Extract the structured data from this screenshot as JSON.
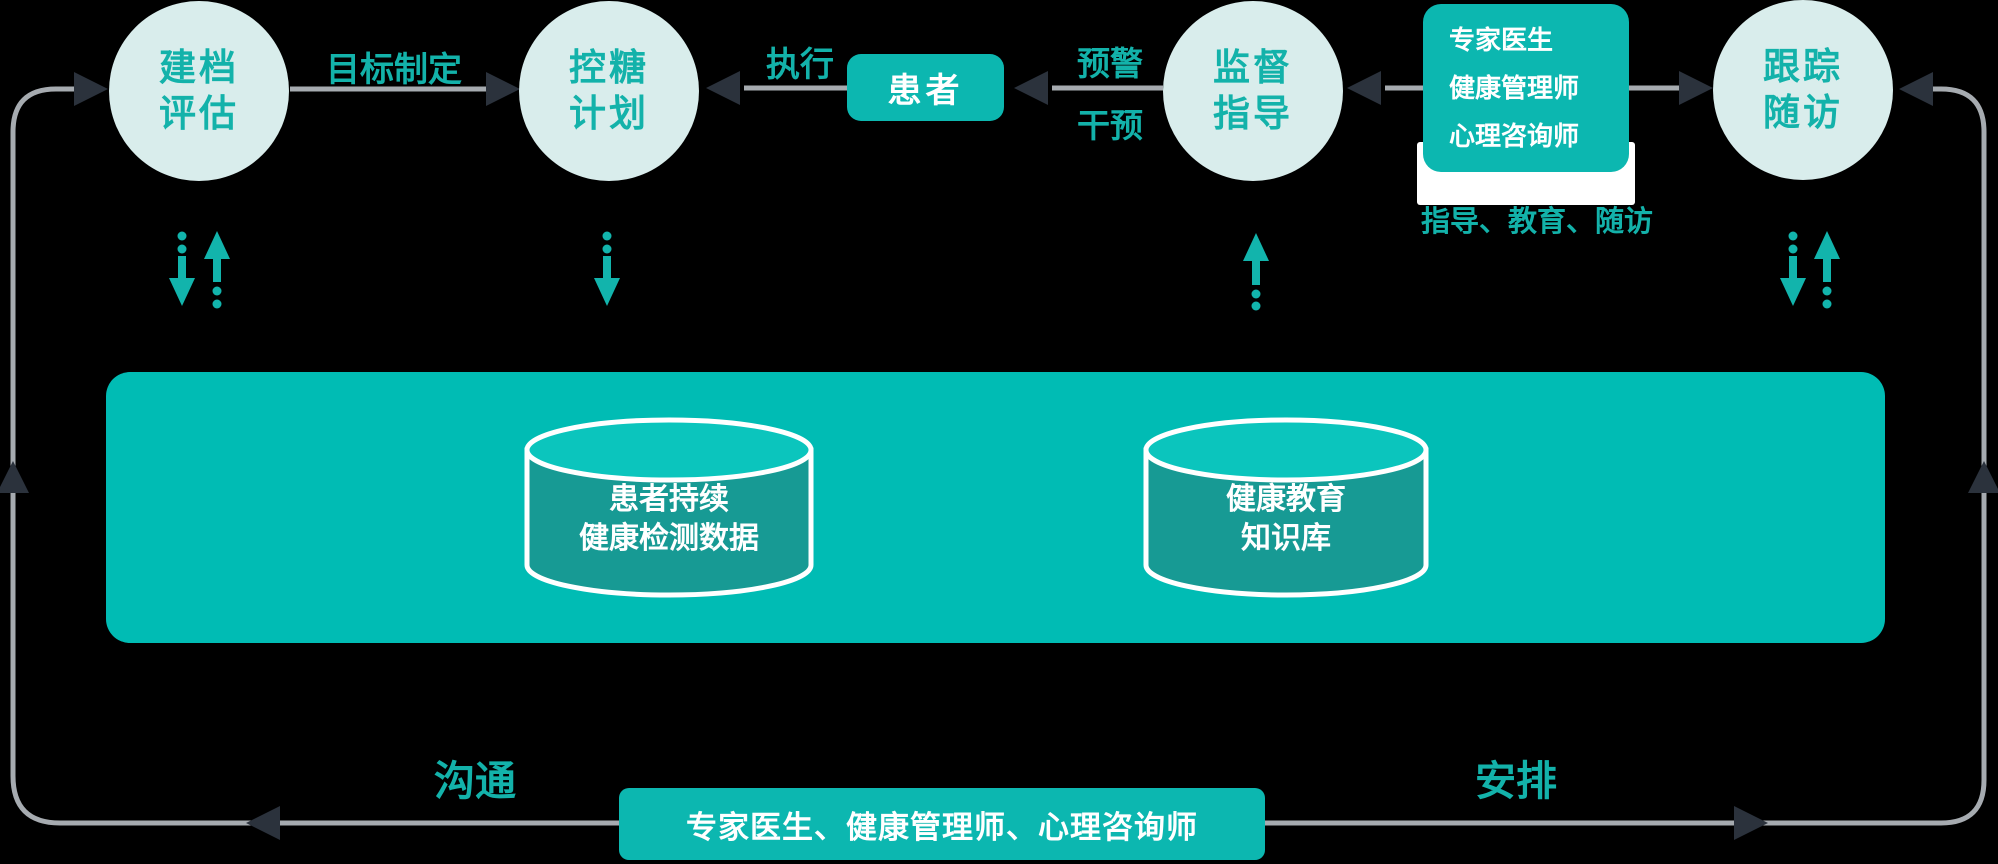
{
  "colors": {
    "teal": "#00bcb4",
    "teal_text": "#13b2aa",
    "node_fill": "#d9edec",
    "line_gray": "#a6abb0",
    "arrow_dark": "#2b323c",
    "cylinder_body": "#179a94",
    "cylinder_top": "#0bc5bd",
    "white": "#ffffff"
  },
  "nodes": {
    "assessment": {
      "line1": "建档",
      "line2": "评估"
    },
    "sugar_plan": {
      "line1": "控糖",
      "line2": "计划"
    },
    "supervision": {
      "line1": "监督",
      "line2": "指导"
    },
    "follow_up": {
      "line1": "跟踪",
      "line2": "随访"
    }
  },
  "patient_box": {
    "label": "患者"
  },
  "expert_box": {
    "line1": "专家医生",
    "line2": "健康管理师",
    "line3": "心理咨询师"
  },
  "edge_labels": {
    "goal": "目标制定",
    "execute": "执行",
    "warning": "预警",
    "intervene": "干预",
    "guide": "指导、教育、随访",
    "communicate": "沟通",
    "arrange": "安排"
  },
  "databases": {
    "monitor": {
      "line1": "患者持续",
      "line2": "健康检测数据"
    },
    "knowledge": {
      "line1": "健康教育",
      "line2": "知识库"
    }
  },
  "bottom_bar": {
    "label": "专家医生、健康管理师、心理咨询师"
  }
}
